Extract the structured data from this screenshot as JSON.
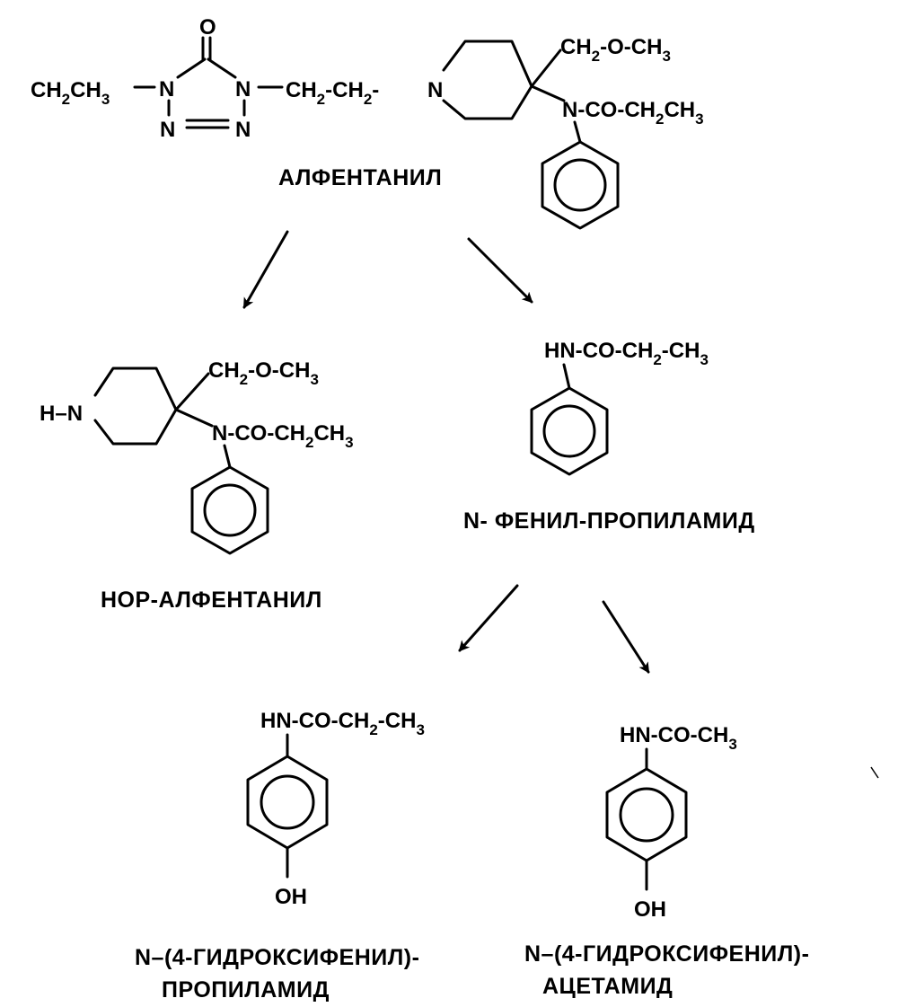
{
  "compounds": {
    "alfentanil": {
      "label": "АЛФЕНТАНИЛ",
      "atoms": {
        "o": "O",
        "ch": "CH",
        "two": "2",
        "three": "3",
        "n": "N",
        "ring_n": "N",
        "meth_o": "-O-",
        "co": "-CO-"
      }
    },
    "nor_alfentanil": {
      "label": "НОР-АЛФЕНТАНИЛ",
      "atoms": {
        "h": "H",
        "n": "N",
        "ch": "CH",
        "two": "2",
        "three": "3",
        "meth_o": "-O-",
        "co": "-CO-"
      }
    },
    "n_phenyl_propylamide": {
      "label": "N- ФЕНИЛ-ПРОПИЛАМИД",
      "atoms": {
        "hn": "HN",
        "co": "-CO-",
        "ch": "CH",
        "two": "2",
        "three": "3"
      }
    },
    "hydroxyphenyl_propylamide": {
      "label_line1": "N–(4-ГИДРОКСИФЕНИЛ)-",
      "label_line2": "ПРОПИЛАМИД",
      "atoms": {
        "hn": "HN",
        "co": "-CO-",
        "ch": "CH",
        "two": "2",
        "three": "3",
        "oh": "OH"
      }
    },
    "hydroxyphenyl_acetamide": {
      "label_line1": "N–(4-ГИДРОКСИФЕНИЛ)-",
      "label_line2": "АЦЕТАМИД",
      "atoms": {
        "hn": "HN",
        "co": "-CO-",
        "ch": "CH",
        "three": "3",
        "oh": "OH"
      }
    }
  },
  "arrows": [
    "alfentanil-to-nor-alfentanil",
    "alfentanil-to-n-phenyl-propylamide",
    "propylamide-to-hydroxyphenyl-propylamide",
    "propylamide-to-hydroxyphenyl-acetamide"
  ]
}
